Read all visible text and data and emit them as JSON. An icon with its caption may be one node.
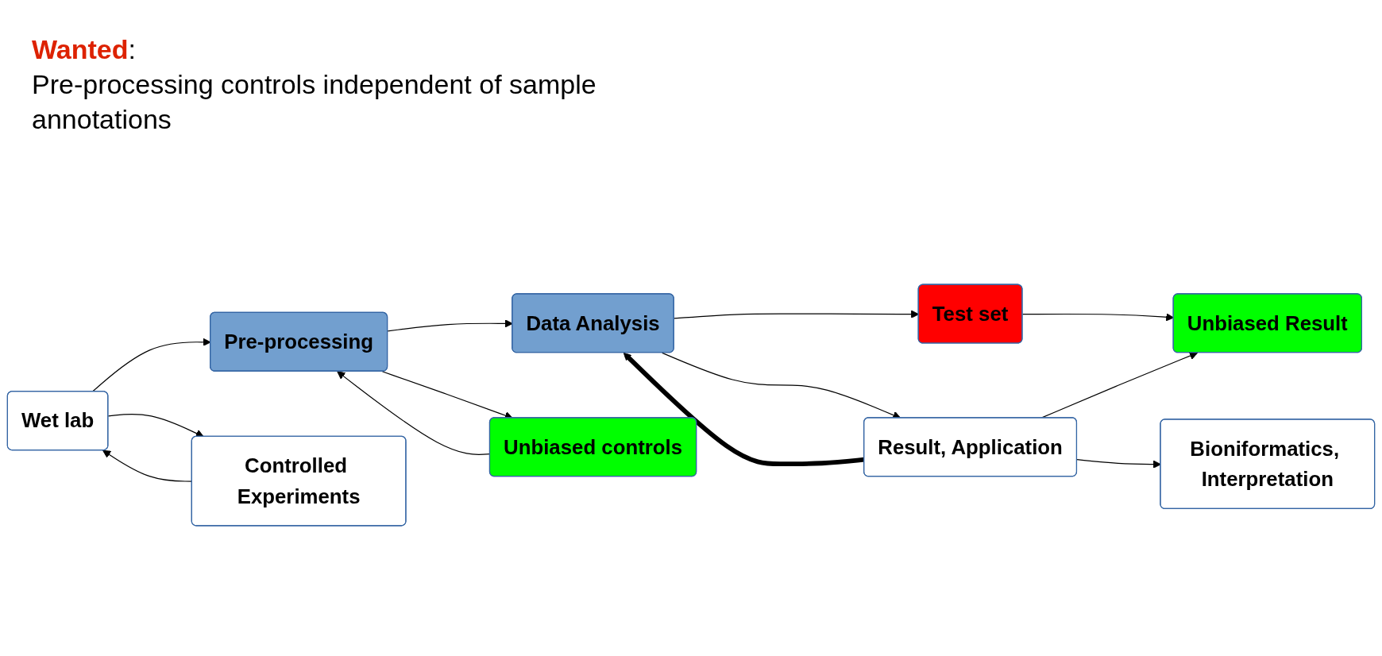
{
  "diagram": {
    "nodes": [
      {
        "text": [
          "Wet lab"
        ]
      },
      {
        "text": [
          "Pre-processing"
        ]
      },
      {
        "text": [
          "Data Analysis"
        ]
      },
      {
        "text": [
          "Result, Application"
        ]
      },
      {
        "text": [
          "Test set"
        ]
      },
      {
        "text": [
          "Unbiased Result"
        ]
      },
      {
        "text": [
          "Controlled Experiments"
        ]
      },
      {
        "text": [
          "Unbiased controls"
        ]
      },
      {
        "text": [
          "Bioniformatics, Interpretation"
        ]
      }
    ],
    "edges": [
      {
        "from": 0,
        "to": 1,
        "arrow": "to"
      },
      {
        "from": 0,
        "to": 6,
        "arrow": "to"
      },
      {
        "from": 6,
        "to": 0,
        "arrow": "to"
      },
      {
        "from": 7,
        "to": 1,
        "arrow": "to"
      },
      {
        "from": 1,
        "to": 2,
        "arrow": "to"
      },
      {
        "from": 1,
        "to": 7,
        "arrow": "to"
      },
      {
        "from": 2,
        "to": 4,
        "arrow": "to"
      },
      {
        "from": 2,
        "to": 3,
        "arrow": "to"
      },
      {
        "from": 3,
        "to": 2,
        "arrow": "to",
        "style": "thick"
      },
      {
        "from": 3,
        "to": 5,
        "arrow": "to"
      },
      {
        "from": 4,
        "to": 5,
        "arrow": "to"
      },
      {
        "from": 3,
        "to": 8,
        "arrow": "to"
      }
    ],
    "labels": [
      "**Wanted**:",
      "Pre-processing controls independent of sample annotations"
    ]
  }
}
